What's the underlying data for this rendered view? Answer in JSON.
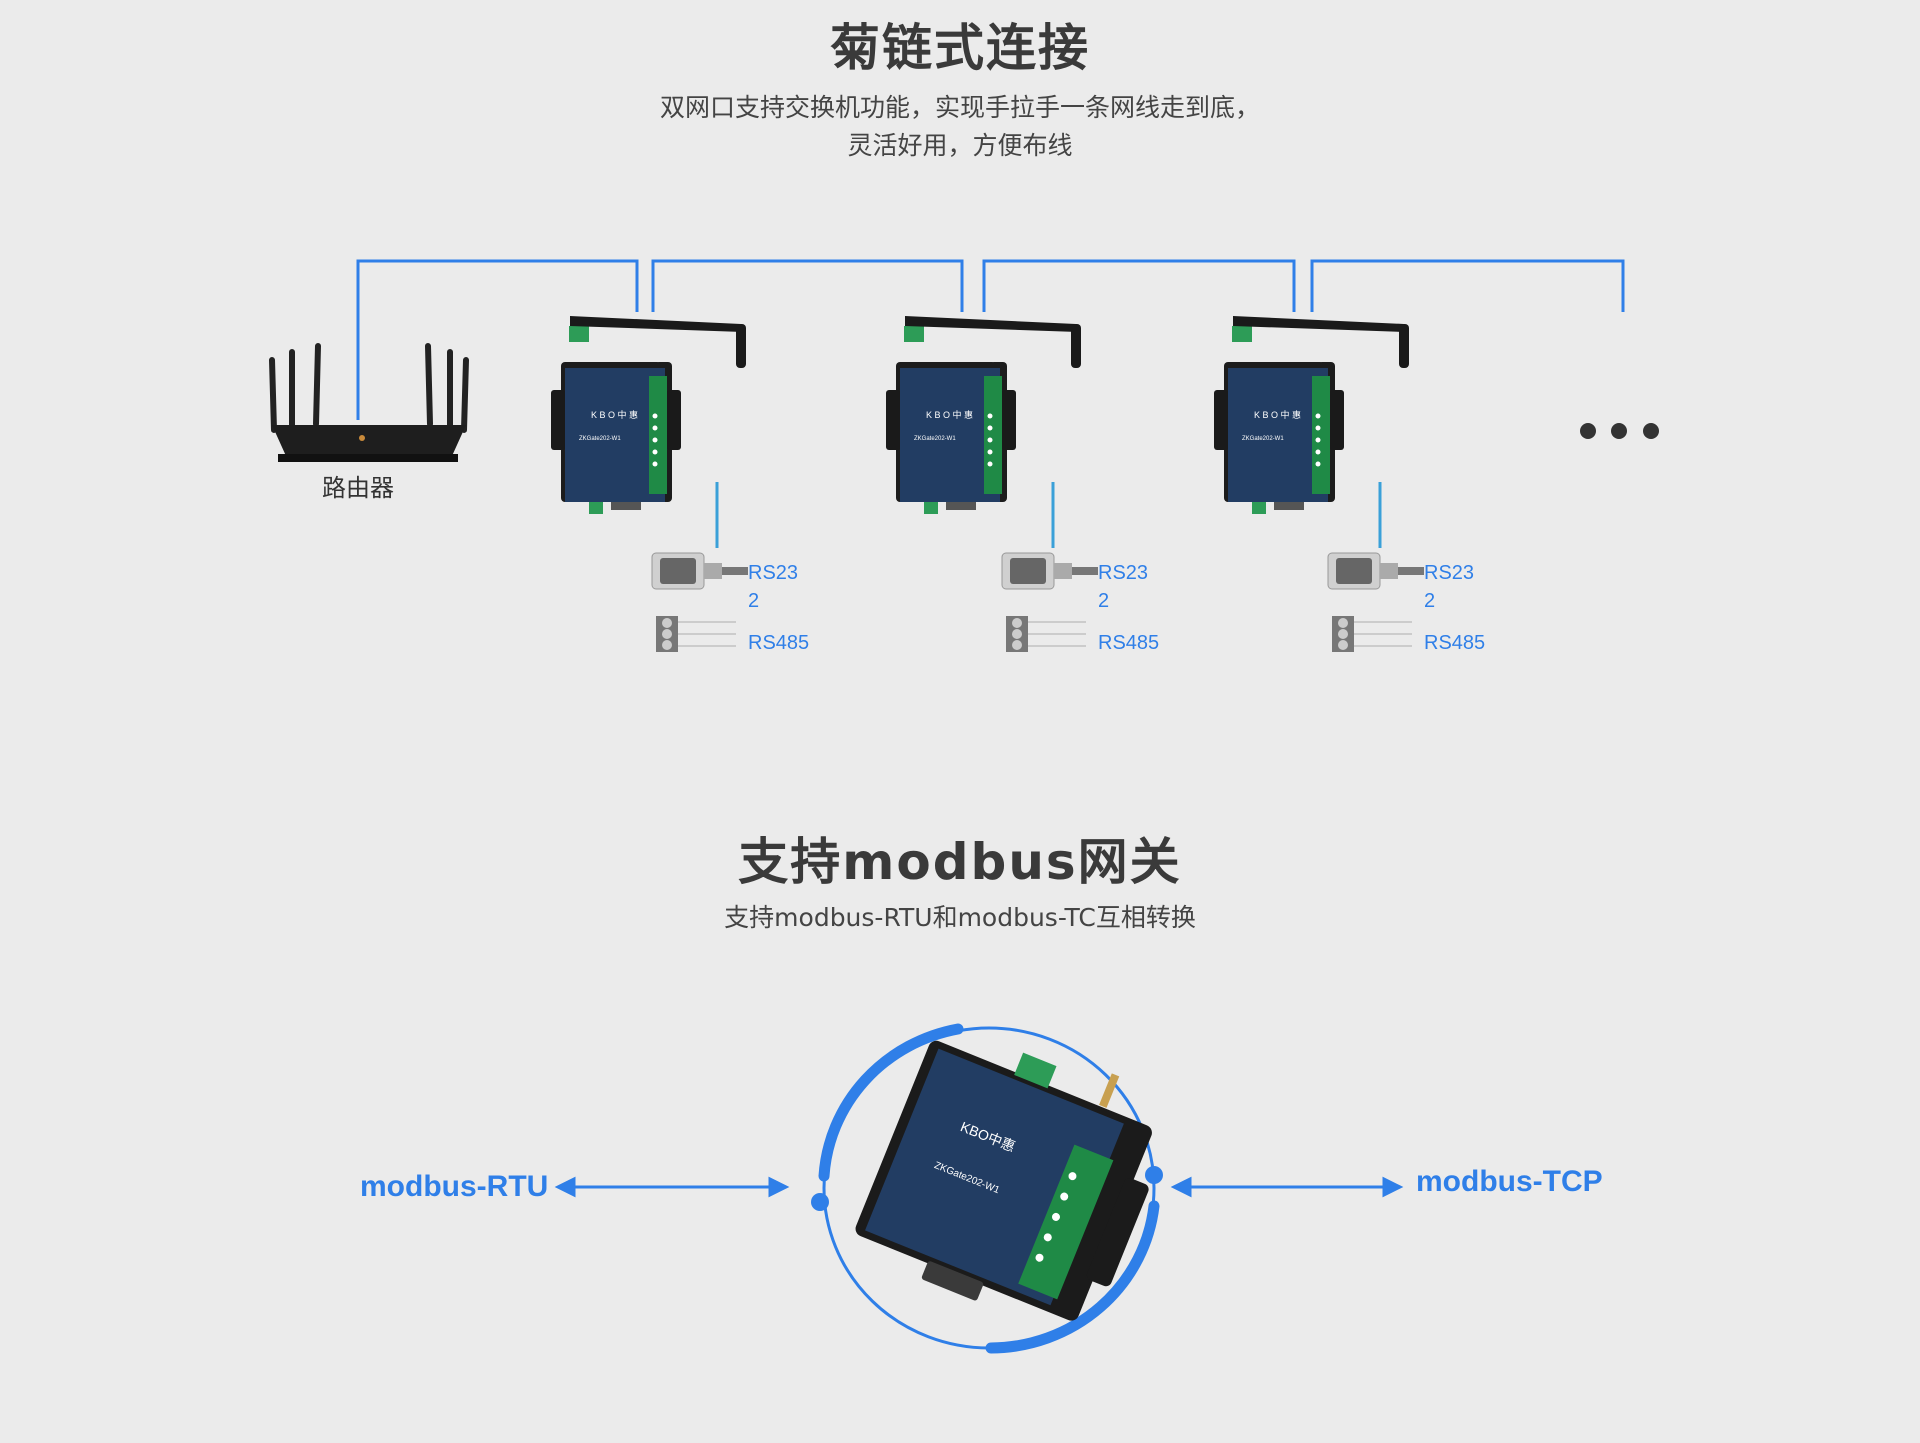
{
  "section1": {
    "title": "菊链式连接",
    "subtitle_lines": [
      "双网口支持交换机功能，实现手拉手一条网线走到底，",
      "灵活好用，方便布线"
    ],
    "router_label": "路由器",
    "gateways": [
      {
        "brand": "KBO中惠",
        "model": "ZKGate202-W1",
        "rs232_line1": "RS23",
        "rs232_line2": "2",
        "rs485": "RS485"
      },
      {
        "brand": "KBO中惠",
        "model": "ZKGate202-W1",
        "rs232_line1": "RS23",
        "rs232_line2": "2",
        "rs485": "RS485"
      },
      {
        "brand": "KBO中惠",
        "model": "ZKGate202-W1",
        "rs232_line1": "RS23",
        "rs232_line2": "2",
        "rs485": "RS485"
      }
    ],
    "line_color": "#2f7fe8"
  },
  "section2": {
    "title": "支持modbus网关",
    "subtitle": "支持modbus-RTU和modbus-TC互相转换",
    "left_label": "modbus-RTU",
    "right_label": "modbus-TCP",
    "device_brand": "KBO中惠",
    "device_model": "ZKGate202-W1",
    "accent_color": "#2f7fe8"
  }
}
